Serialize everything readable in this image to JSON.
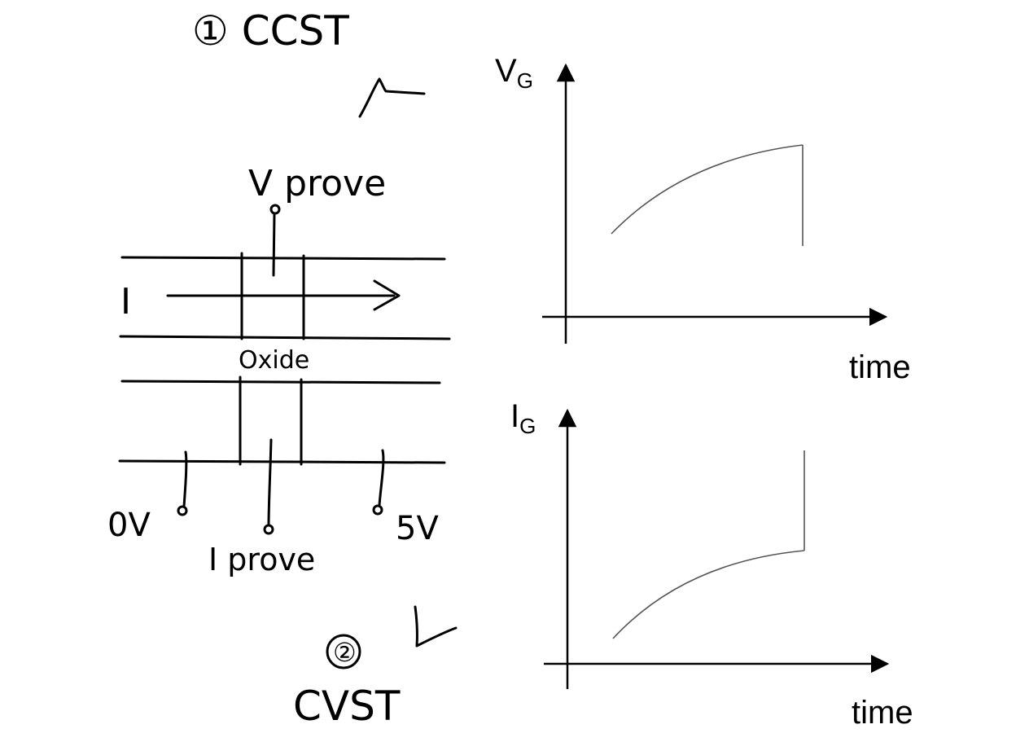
{
  "title_ccst": "① CCST",
  "label_v_prove": "V prove",
  "label_i_current": "I",
  "label_oxide": "Oxide",
  "label_0v": "0V",
  "label_5v": "5V",
  "label_i_prove": "I prove",
  "title_cvst": "CVST",
  "title_cvst_number": "②",
  "plot_top": {
    "ylabel_main": "V",
    "ylabel_sub": "G",
    "xlabel": "time"
  },
  "plot_bottom": {
    "ylabel_main": "I",
    "ylabel_sub": "G",
    "xlabel": "time"
  },
  "colors": {
    "ink": "#000000",
    "curve": "#555555",
    "background": "#ffffff"
  }
}
